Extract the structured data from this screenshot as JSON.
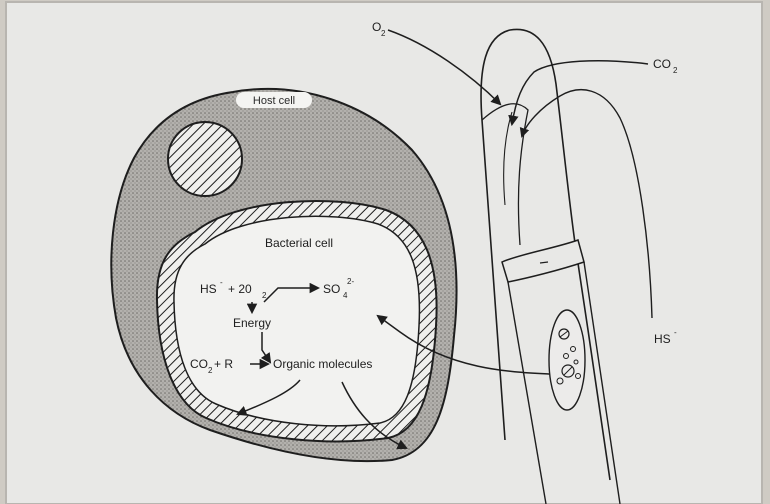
{
  "diagram": {
    "labels": {
      "o2": "O",
      "o2_sub": "2",
      "co2": "CO",
      "co2_sub": "2",
      "hs": "HS",
      "hs_sup": "-",
      "host_cell": "Host cell",
      "bacterial_cell": "Bacterial cell",
      "energy": "Energy",
      "organic_molecules": "Organic molecules"
    },
    "reaction_oxidation": {
      "reactant_1": "HS",
      "reactant_1_sup": "-",
      "plus": "+ 20",
      "o2_sub": "2",
      "product": "SO",
      "product_sub": "4",
      "product_sup": "2-"
    },
    "reaction_fixation": {
      "reactant_1": "CO",
      "reactant_1_sub": "2",
      "plus": "+ R"
    },
    "colors": {
      "background": "#cfcbc4",
      "paper": "#e8e8e6",
      "host_cytoplasm": "#a9a7a3",
      "bacterial_interior": "#f2f2f0",
      "ink": "#1e1e1e"
    }
  }
}
